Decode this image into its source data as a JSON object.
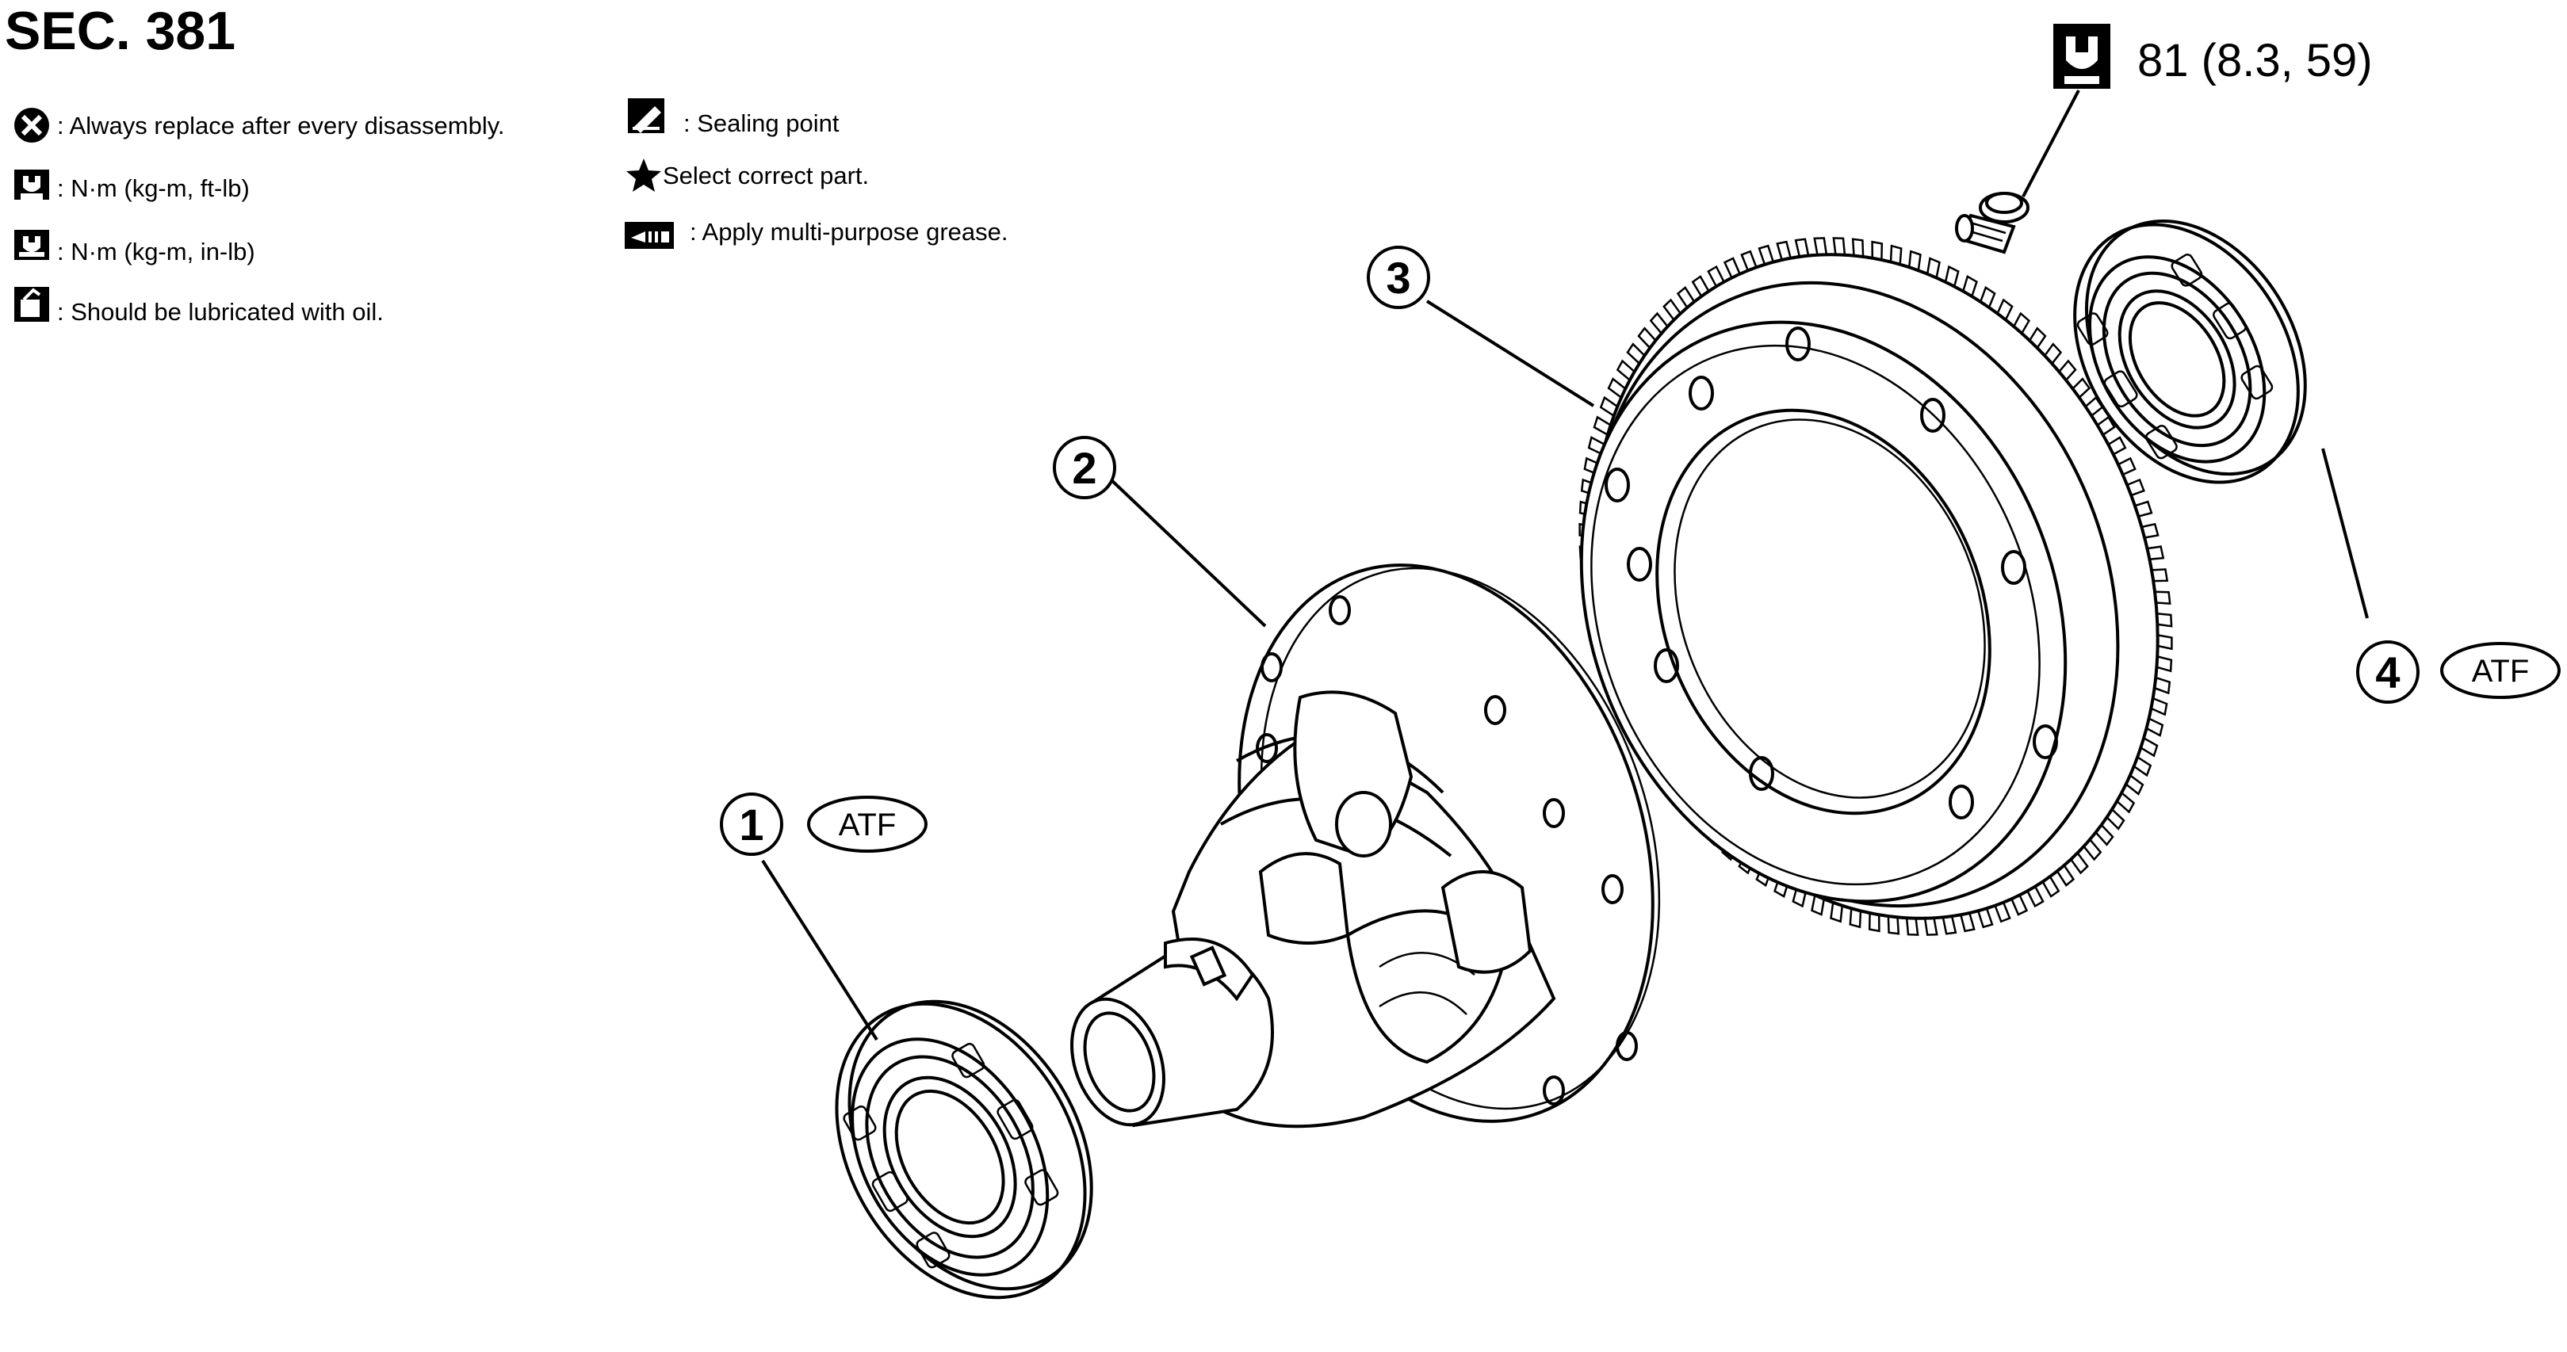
{
  "title": "SEC. 381",
  "legend": {
    "left": [
      {
        "icon": "replace-x-icon",
        "text": ": Always replace after every disassembly."
      },
      {
        "icon": "torque-wrench-icon",
        "text": ": N·m (kg-m, ft-lb)"
      },
      {
        "icon": "torque-wrench-inlb-icon",
        "text": ": N·m (kg-m, in-lb)"
      },
      {
        "icon": "oil-can-icon",
        "text": ": Should be lubricated with oil."
      }
    ],
    "right": [
      {
        "icon": "sealing-point-icon",
        "text": ": Sealing point"
      },
      {
        "icon": "star-icon",
        "text": "Select correct part."
      },
      {
        "icon": "grease-icon",
        "text": ": Apply multi-purpose grease."
      }
    ]
  },
  "callouts": {
    "c1": {
      "number": "1",
      "tag": "ATF"
    },
    "c2": {
      "number": "2"
    },
    "c3": {
      "number": "3"
    },
    "c4": {
      "number": "4",
      "tag": "ATF"
    }
  },
  "torque_spec": {
    "icon": "torque-wrench-icon",
    "value": "81 (8.3, 59)"
  }
}
